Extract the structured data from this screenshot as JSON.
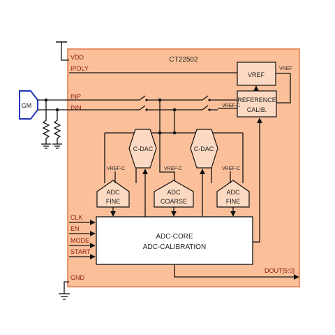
{
  "chip": {
    "part_number": "CT22502",
    "fill_color": "#fbc09a",
    "border_color": "#e07a4a",
    "block_fill_color": "#fcd9c2"
  },
  "pins": {
    "vdd": "VDD",
    "ipoly": "IPOLY",
    "inp": "INP",
    "inn": "INN",
    "clk": "CLK",
    "en": "EN",
    "mode": "MODE",
    "start": "START",
    "gnd": "GND",
    "dout": "DOUT[5:0]"
  },
  "external": {
    "gm_label": "GM",
    "gm_color": "#2233bb"
  },
  "blocks": {
    "vref": "VREF",
    "vref_out": "VREF",
    "reference_line1": "REFERENCE",
    "reference_line2": "CALIB.",
    "vref_c_ref": "VREF-C",
    "cdac_left": "C-DAC",
    "cdac_right": "C-DAC",
    "vref_c_1": "VREF-C",
    "vref_c_2": "VREF-C",
    "vref_c_3": "VREF-C",
    "adc_fine_left_line1": "ADC",
    "adc_fine_left_line2": "FINE",
    "adc_coarse_line1": "ADC",
    "adc_coarse_line2": "COARSE",
    "adc_fine_right_line1": "ADC",
    "adc_fine_right_line2": "FINE",
    "core_line1": "ADC-CORE",
    "core_line2": "ADC-CALIBRATION"
  }
}
